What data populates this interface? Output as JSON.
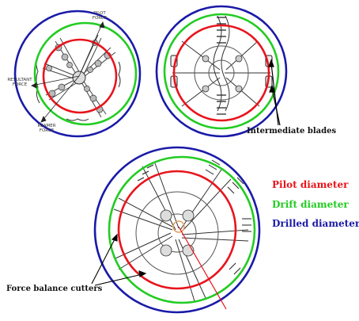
{
  "legend": {
    "pilot": {
      "label": "Pilot diameter",
      "color": "#e8141c"
    },
    "drift": {
      "label": "Drift diameter",
      "color": "#22cc22"
    },
    "drilled": {
      "label": "Drilled diameter",
      "color": "#1a1aa8"
    }
  },
  "annotations": {
    "intermediate_blades": "Intermediate blades",
    "force_balance_cutters": "Force balance cutters"
  },
  "bit_labels": {
    "pilot_force": "PILOT FORCE",
    "resultant_force": "RESULTANT FORCE",
    "reamer_force": "REAMER FORCE"
  }
}
